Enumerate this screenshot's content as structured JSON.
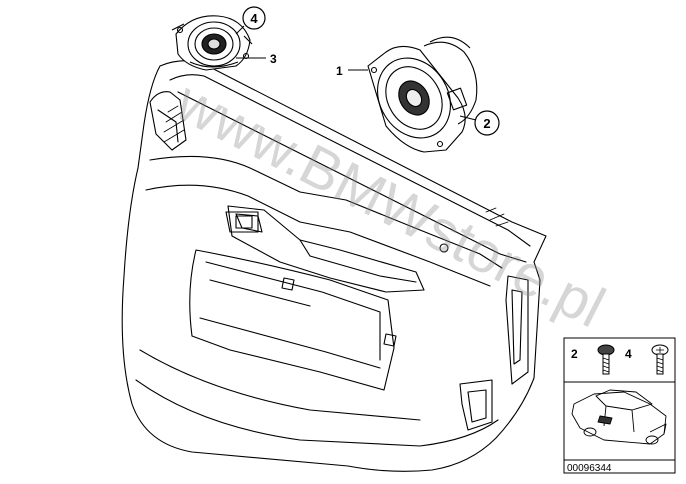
{
  "watermark": "www.BMWstore.pl",
  "callouts": {
    "tweeter_screw": "4",
    "tweeter": "3",
    "speaker": "1",
    "speaker_screw": "2"
  },
  "legend": {
    "screw_a_label": "2",
    "screw_b_label": "4"
  },
  "diagram_id": "00096344"
}
